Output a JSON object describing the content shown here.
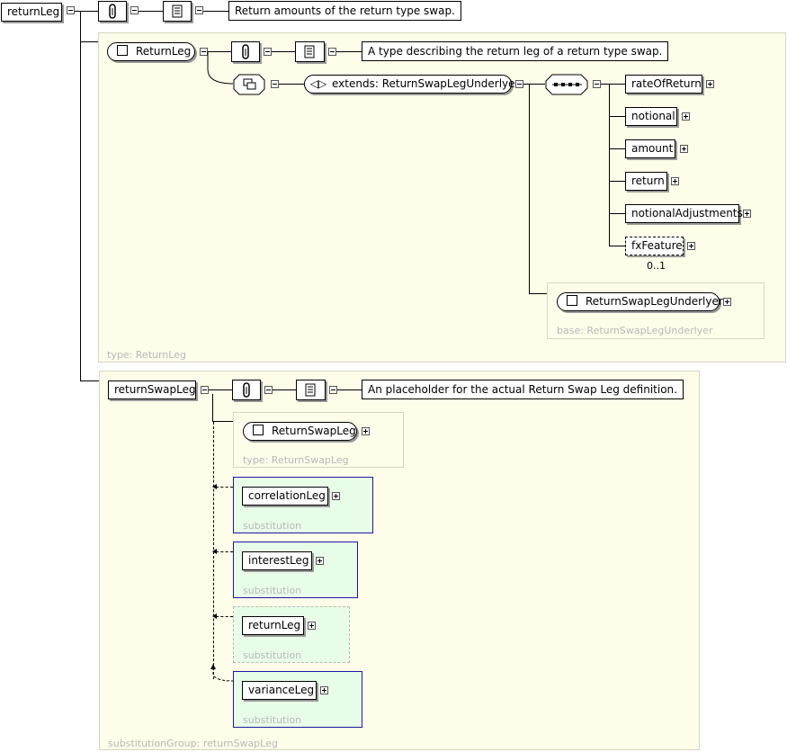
{
  "root": {
    "name": "returnLeg",
    "documentation": "Return amounts of the return type swap."
  },
  "type_panel": {
    "type_name": "ReturnLeg",
    "documentation": "A type describing the return leg of a return type swap.",
    "extends_label": "extends: ReturnSwapLegUnderlyer",
    "sequence_children": [
      {
        "name": "rateOfReturn"
      },
      {
        "name": "notional"
      },
      {
        "name": "amount"
      },
      {
        "name": "return"
      },
      {
        "name": "notionalAdjustments"
      },
      {
        "name": "fxFeature",
        "occurrence": "0..1"
      }
    ],
    "base": {
      "type_name": "ReturnSwapLegUnderlyer",
      "label": "base: ReturnSwapLegUnderlyer"
    },
    "label": "type: ReturnLeg"
  },
  "group_panel": {
    "element_name": "returnSwapLeg",
    "documentation": "An placeholder for the actual Return Swap Leg definition.",
    "type_box": {
      "type_name": "ReturnSwapLeg",
      "label": "type: ReturnSwapLeg"
    },
    "substitutions": [
      {
        "name": "correlationLeg",
        "label": "substitution"
      },
      {
        "name": "interestLeg",
        "label": "substitution"
      },
      {
        "name": "returnLeg",
        "label": "substitution"
      },
      {
        "name": "varianceLeg",
        "label": "substitution"
      }
    ],
    "label": "substitutionGroup: returnSwapLeg"
  }
}
